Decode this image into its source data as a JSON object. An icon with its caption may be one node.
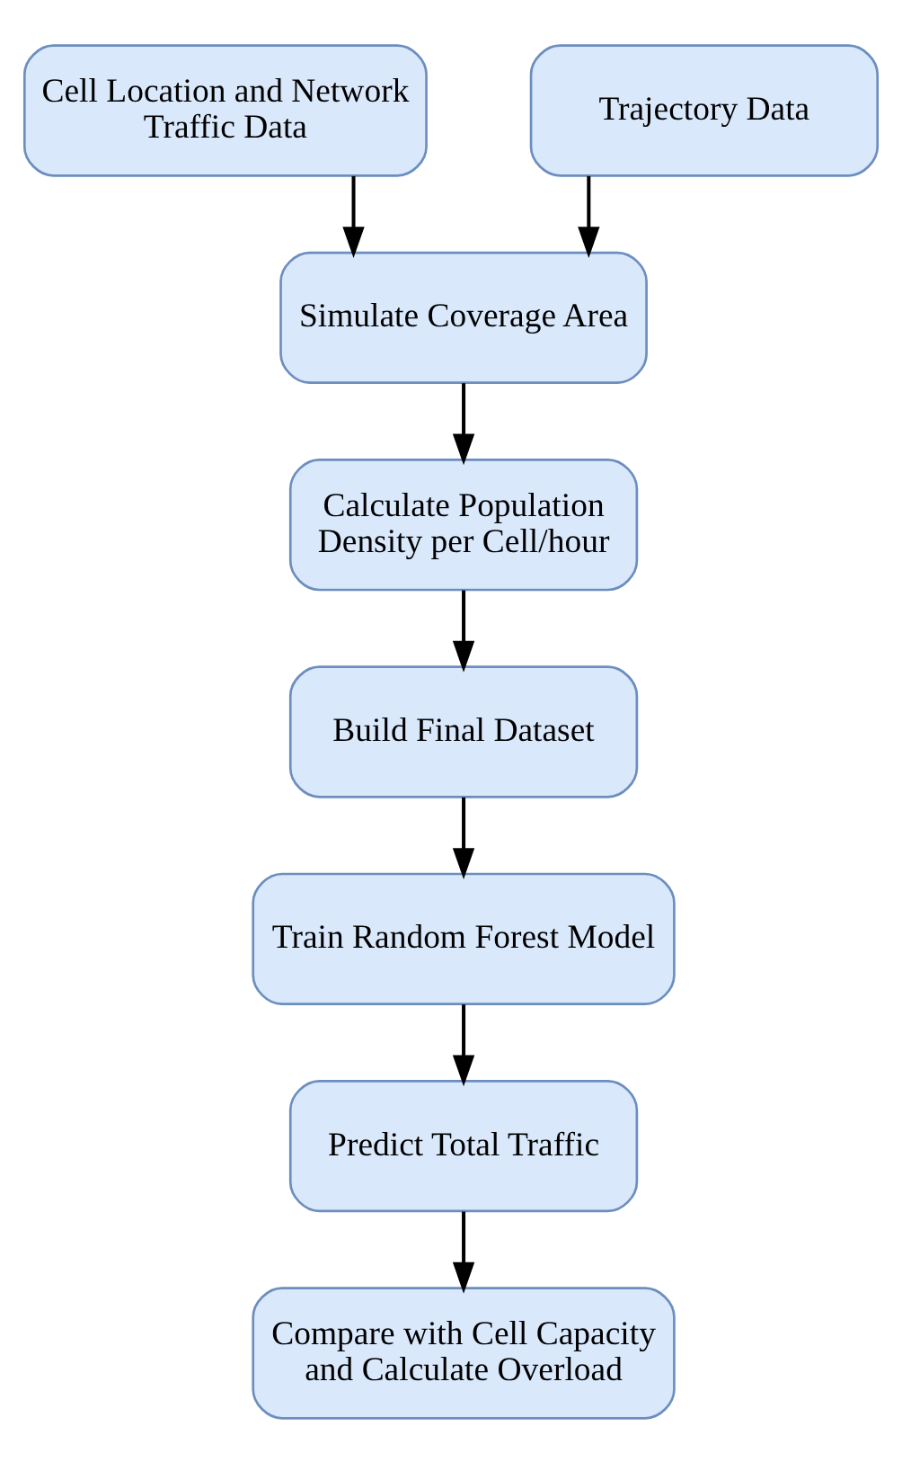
{
  "diagram": {
    "nodes": [
      {
        "text": [
          "Cell Location and Network Traffic Data"
        ]
      },
      {
        "text": [
          "Trajectory Data"
        ]
      },
      {
        "text": [
          "Simulate Coverage Area"
        ]
      },
      {
        "text": [
          "Calculate Population Density per Cell/hour"
        ]
      },
      {
        "text": [
          "Build Final Dataset"
        ]
      },
      {
        "text": [
          "Train Random Forest Model"
        ]
      },
      {
        "text": [
          "Predict Total Traffic"
        ]
      },
      {
        "text": [
          "Compare with Cell Capacity and Calculate Overload"
        ]
      }
    ],
    "edges": [
      {
        "from": 0,
        "to": 2,
        "arrow": "to"
      },
      {
        "from": 1,
        "to": 2,
        "arrow": "to"
      },
      {
        "from": 2,
        "to": 3,
        "arrow": "to"
      },
      {
        "from": 3,
        "to": 4,
        "arrow": "to"
      },
      {
        "from": 4,
        "to": 5,
        "arrow": "to"
      },
      {
        "from": 5,
        "to": 6,
        "arrow": "to"
      },
      {
        "from": 6,
        "to": 7,
        "arrow": "to"
      }
    ]
  }
}
